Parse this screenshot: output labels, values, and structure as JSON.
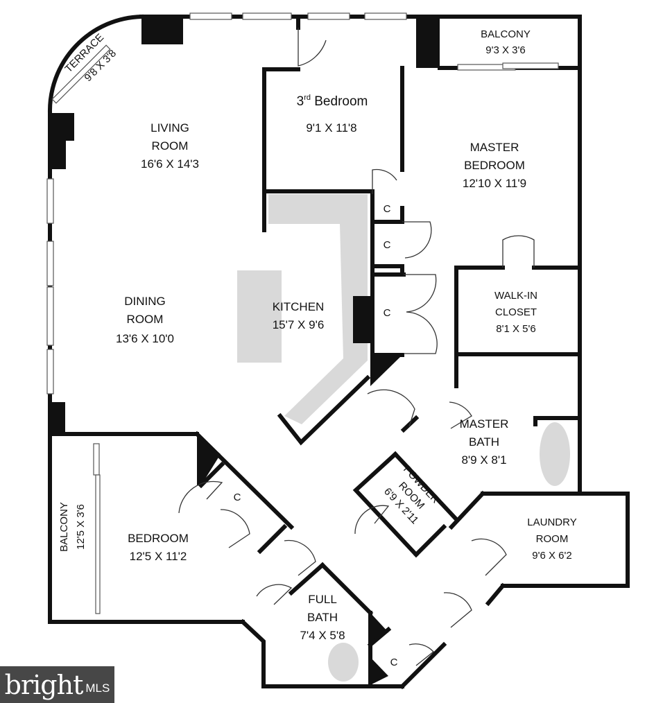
{
  "rooms": {
    "terrace": {
      "name": "TERRACE",
      "size": "9'8 X 3'8"
    },
    "living": {
      "name1": "LIVING",
      "name2": "ROOM",
      "size": "16'6 X 14'3"
    },
    "third_bedroom": {
      "name_num": "3",
      "name_sup": "rd",
      "name_rest": " Bedroom",
      "size": "9'1 X 11'8"
    },
    "balcony_top": {
      "name": "BALCONY",
      "size": "9'3 X 3'6"
    },
    "master_bedroom": {
      "name1": "MASTER",
      "name2": "BEDROOM",
      "size": "12'10 X 11'9"
    },
    "dining": {
      "name1": "DINING",
      "name2": "ROOM",
      "size": "13'6 X 10'0"
    },
    "kitchen": {
      "name": "KITCHEN",
      "size": "15'7 X 9'6"
    },
    "walkin": {
      "name1": "WALK-IN",
      "name2": "CLOSET",
      "size": "8'1 X 5'6"
    },
    "master_bath": {
      "name1": "MASTER",
      "name2": "BATH",
      "size": "8'9 X 8'1"
    },
    "powder": {
      "name1": "POWDER",
      "name2": "ROOM",
      "size": "6'9 X 2'11"
    },
    "laundry": {
      "name1": "LAUNDRY",
      "name2": "ROOM",
      "size": "9'6 X 6'2"
    },
    "bedroom": {
      "name": "BEDROOM",
      "size": "12'5 X 11'2"
    },
    "balcony_left": {
      "name": "BALCONY",
      "size": "12'5 X 3'6"
    },
    "full_bath": {
      "name1": "FULL",
      "name2": "BATH",
      "size": "7'4 X 5'8"
    }
  },
  "closet_label": "C",
  "brand": {
    "word": "bright",
    "suffix": "MLS"
  }
}
